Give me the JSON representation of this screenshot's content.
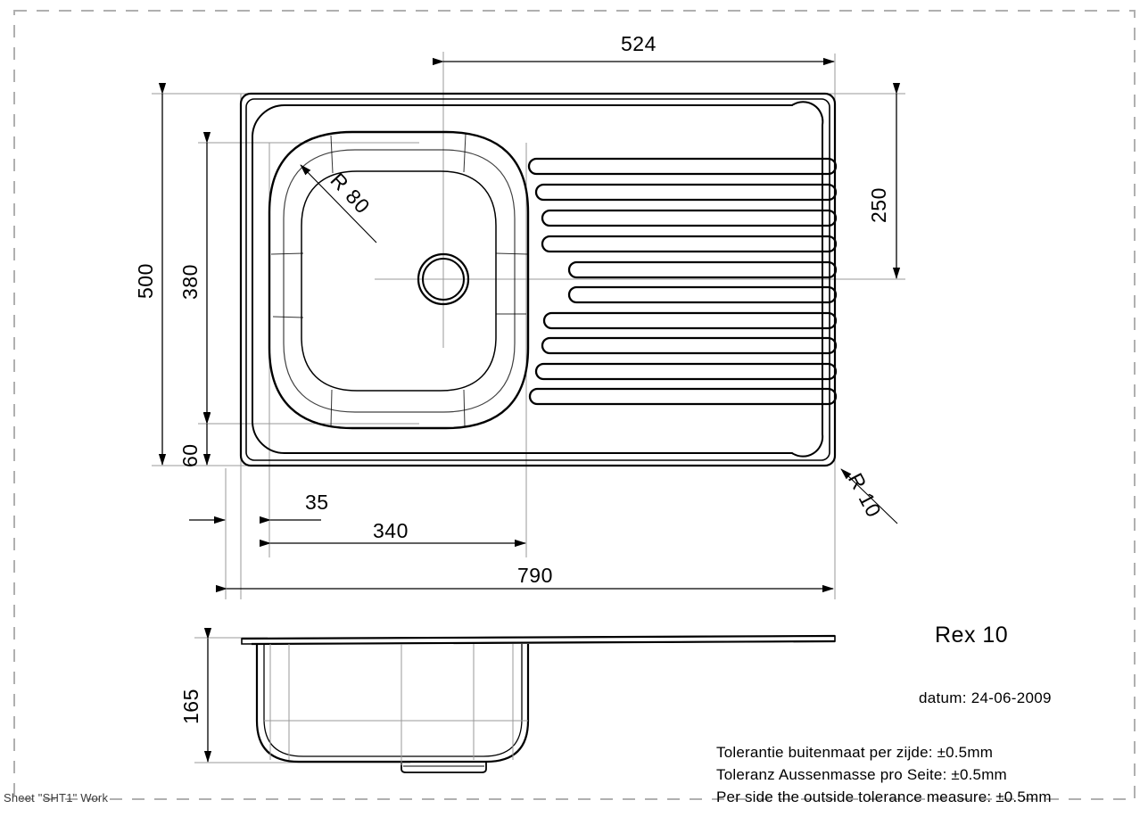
{
  "sheet": {
    "footer_label": "Sheet \"SHT1\" Work",
    "border_color": "#b0b0b0",
    "line_color": "#000000",
    "centerline_color": "#9a9a9a"
  },
  "title_block": {
    "product_name": "Rex 10",
    "date_label": "datum: 24-06-2009",
    "tolerances": [
      "Tolerantie buitenmaat per zijde: ±0.5mm",
      "Toleranz Aussenmasse pro Seite: ±0.5mm",
      "Per side the outside tolerance measure: ±0.5mm"
    ]
  },
  "dimensions": {
    "top_width": "524",
    "right_height": "250",
    "left_overall_height": "500",
    "bowl_height": "380",
    "bowl_bottom_offset": "60",
    "left_offset": "35",
    "bowl_width": "340",
    "overall_width": "790",
    "side_depth": "165",
    "bowl_corner_radius": "R 80",
    "outer_corner_radius": "R 10"
  },
  "views": {
    "plan_view_name": "plan-view",
    "side_view_name": "side-elevation-view"
  },
  "drain": {
    "name": "drain-outlet"
  },
  "drainer": {
    "rib_count": 10
  }
}
